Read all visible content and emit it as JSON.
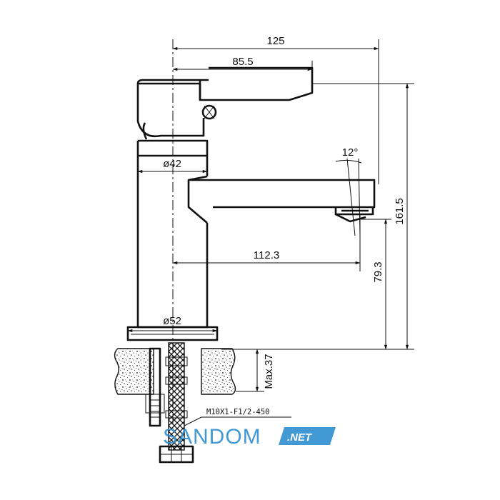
{
  "dimensions": {
    "overall_width": "125",
    "handle_reach": "85.5",
    "body_diameter": "ø42",
    "spray_angle": "12°",
    "spout_reach": "112.3",
    "total_height": "161.5",
    "spout_height": "79.3",
    "base_diameter": "ø52",
    "max_thickness": "Max.37"
  },
  "hose_note": "M10X1-F1/2-450",
  "watermark": {
    "main": "SANDOM",
    "badge": ".NET",
    "color": "#2e8fd0"
  }
}
